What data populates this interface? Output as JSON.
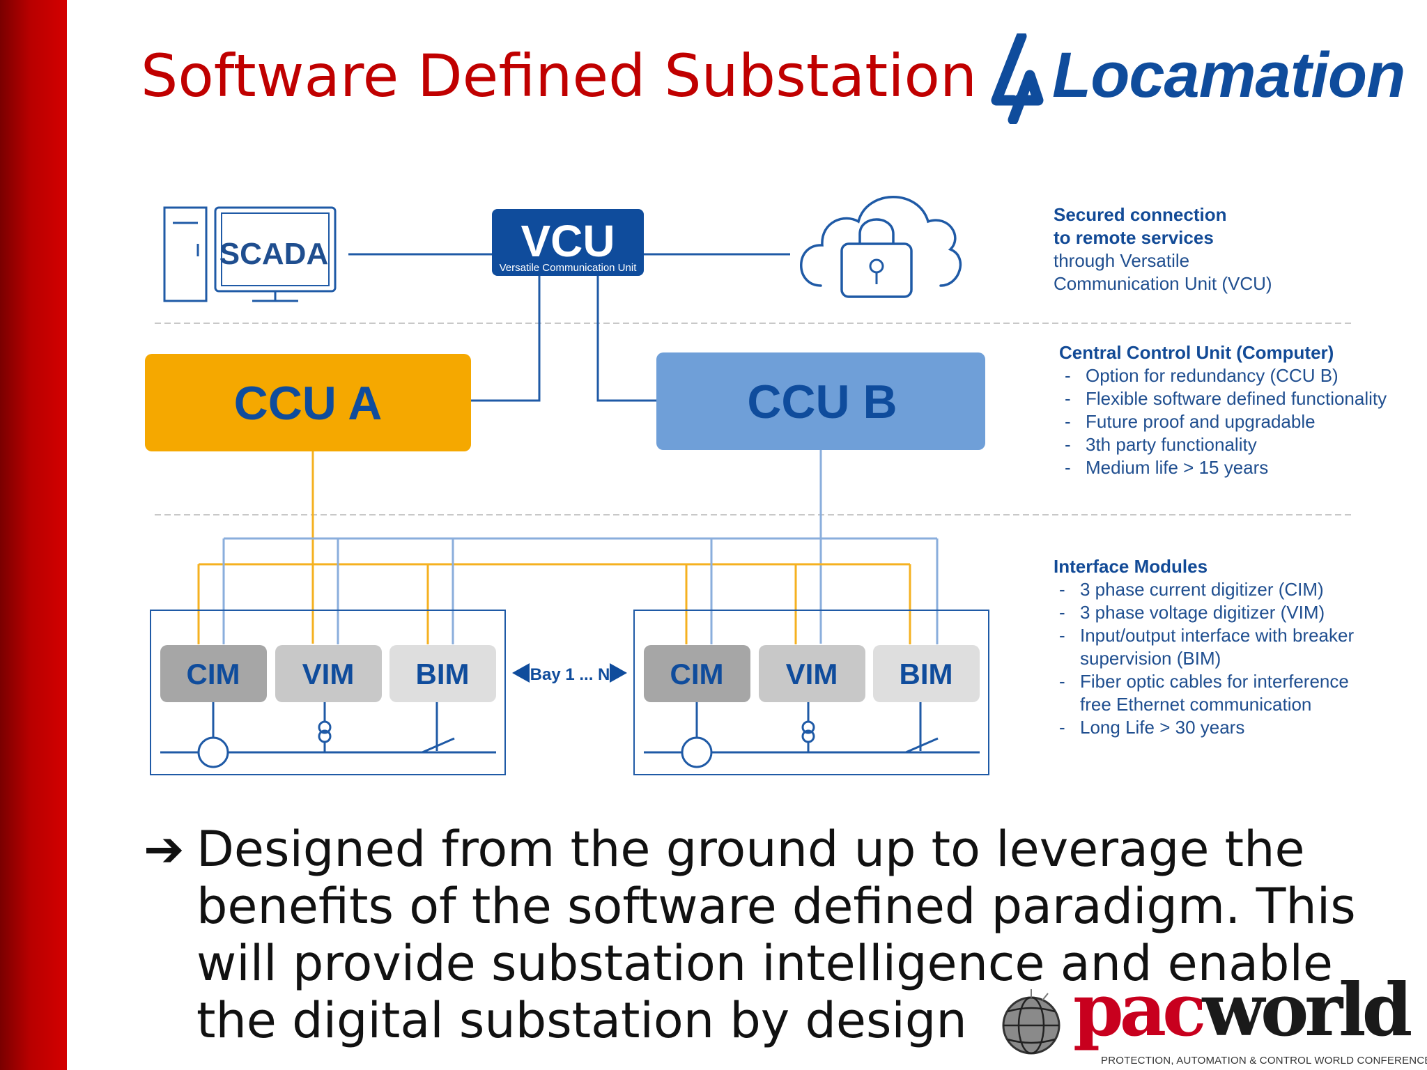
{
  "slide": {
    "title": "Software Defined Substation",
    "logo_text": "Locamation"
  },
  "diagram": {
    "scada_label": "SCADA",
    "vcu_label": "VCU",
    "vcu_sub": "Versatile Communication Unit",
    "ccu_a_label": "CCU A",
    "ccu_b_label": "CCU B",
    "bay_label": "Bay 1 ... N",
    "bays": [
      {
        "modules": [
          "CIM",
          "VIM",
          "BIM"
        ]
      },
      {
        "modules": [
          "CIM",
          "VIM",
          "BIM"
        ]
      }
    ],
    "colors": {
      "ccu_a": "#f5a800",
      "ccu_b": "#6f9fd8",
      "dark_blue": "#0f4c9c",
      "line_blue": "#1f5aa6",
      "light_blue_line": "#8aaedc",
      "orange_line": "#f5b120",
      "cim_gray": "#a6a6a6",
      "vim_gray": "#c8c8c8",
      "bim_gray": "#dedede"
    }
  },
  "side": {
    "remote": {
      "head_line1": "Secured connection",
      "head_line2": "to remote services",
      "line3": "through Versatile",
      "line4": "Communication Unit (VCU)"
    },
    "ccu": {
      "head": "Central Control Unit (Computer)",
      "items": [
        "Option for redundancy (CCU B)",
        "Flexible software defined functionality",
        "Future proof and upgradable",
        "3th party functionality",
        "Medium life > 15 years"
      ]
    },
    "modules": {
      "head": "Interface Modules",
      "items": [
        "3 phase current digitizer (CIM)",
        "3 phase voltage digitizer (VIM)",
        "Input/output interface with breaker supervision (BIM)",
        "Fiber optic cables for interference free Ethernet communication",
        "Long Life > 30 years"
      ]
    }
  },
  "bottom": {
    "arrow": "➔",
    "text": "Designed from the ground up to leverage the benefits of the software defined paradigm. This will provide substation intelligence and enable the digital substation by design"
  },
  "footer": {
    "pac_part1": "pac",
    "pac_part2": "world",
    "pac_subtitle": "PROTECTION, AUTOMATION & CONTROL WORLD CONFERENCE"
  }
}
